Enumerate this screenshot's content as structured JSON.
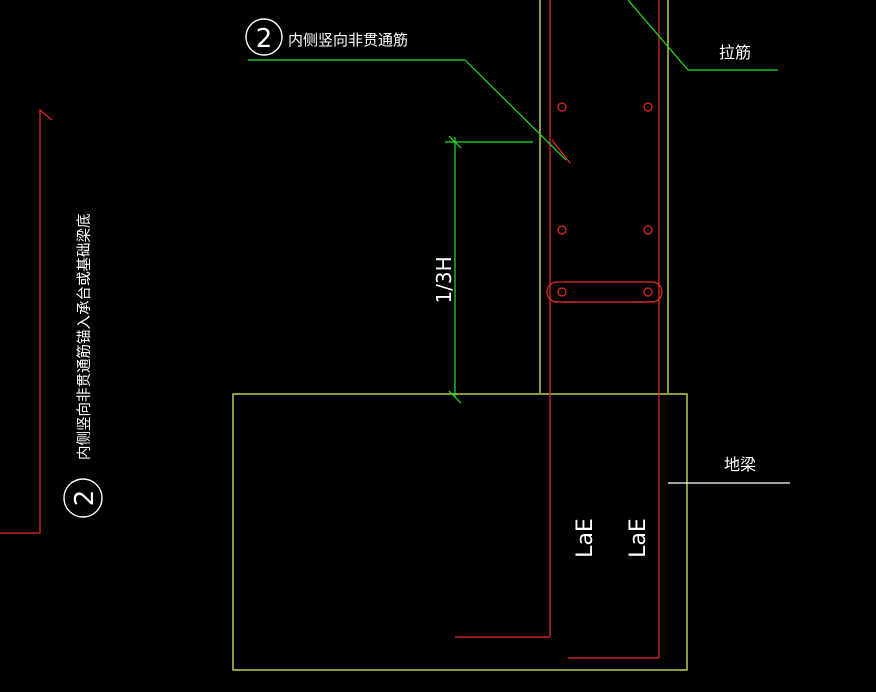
{
  "drawing": {
    "callout_top": {
      "number": "2",
      "text": "内侧竖向非贯通筋"
    },
    "callout_left": {
      "number": "2",
      "text": "内侧竖向非贯通筋锚入承台或基础梁底"
    },
    "tie_label": "拉筋",
    "ground_beam_label": "地梁",
    "dimension_label": "1/3H",
    "anchorage_label_1": "LaE",
    "anchorage_label_2": "LaE"
  },
  "colors": {
    "background": "#000000",
    "outline": "#d8e85a",
    "rebar": "#e8292b",
    "leader": "#22e322",
    "text": "#ffffff"
  }
}
